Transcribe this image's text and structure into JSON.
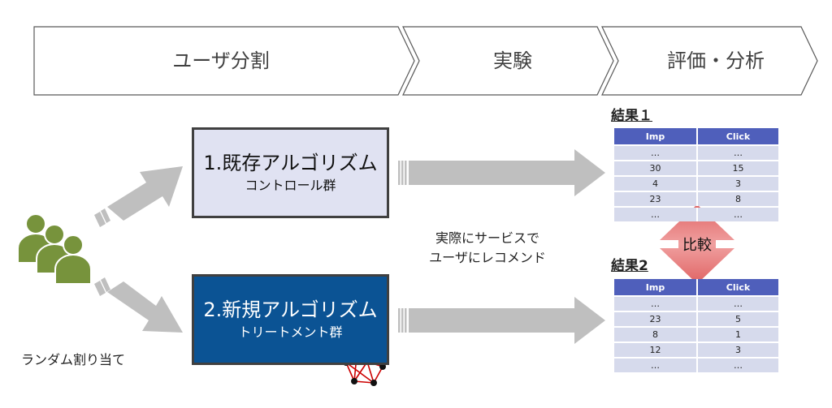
{
  "process": {
    "steps": [
      "ユーザ分割",
      "実験",
      "評価・分析"
    ]
  },
  "algorithms": [
    {
      "title": "1.既存アルゴリズム",
      "subtitle": "コントロール群",
      "bg": "#e0e2f2",
      "text_color": "#111111"
    },
    {
      "title": "2.新規アルゴリズム",
      "subtitle": "トリートメント群",
      "bg": "#0b5394",
      "text_color": "#ffffff"
    }
  ],
  "notes": {
    "experiment_line1": "実際にサービスで",
    "experiment_line2": "ユーザにレコメンド",
    "random_assign": "ランダム割り当て",
    "compare": "比較"
  },
  "results": [
    {
      "title": "結果１",
      "headers": [
        "Imp",
        "Click"
      ],
      "rows": [
        [
          "…",
          "…"
        ],
        [
          "30",
          "15"
        ],
        [
          "4",
          "3"
        ],
        [
          "23",
          "8"
        ],
        [
          "…",
          "…"
        ]
      ]
    },
    {
      "title": "結果2",
      "headers": [
        "Imp",
        "Click"
      ],
      "rows": [
        [
          "…",
          "…"
        ],
        [
          "23",
          "5"
        ],
        [
          "8",
          "1"
        ],
        [
          "12",
          "3"
        ],
        [
          "…",
          "…"
        ]
      ]
    }
  ],
  "colors": {
    "arrow_gray": "#bfbfbf",
    "user_green": "#77933c",
    "compare_red": "#e06464",
    "table_header": "#4f5fbb",
    "table_row": "#d6daec",
    "network_red": "#cc0000"
  },
  "icons": [
    "users-icon",
    "neural-network-icon",
    "compare-double-arrow-icon"
  ]
}
